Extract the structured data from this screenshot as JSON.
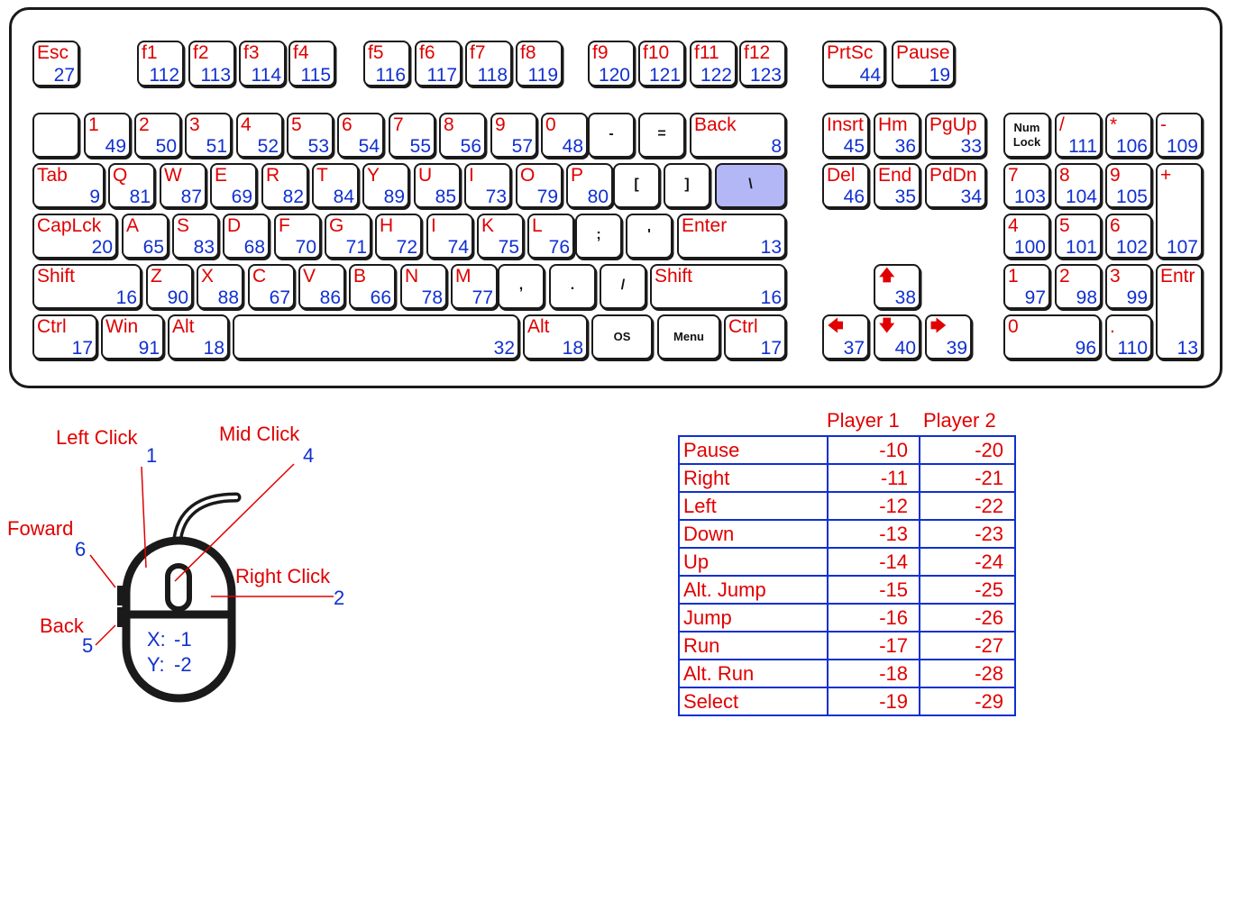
{
  "keyboard": {
    "rows": [
      [
        {
          "id": "esc",
          "l": "Esc",
          "c": "27"
        },
        {
          "id": "f1",
          "l": "f1",
          "c": "112"
        },
        {
          "id": "f2",
          "l": "f2",
          "c": "113"
        },
        {
          "id": "f3",
          "l": "f3",
          "c": "114"
        },
        {
          "id": "f4",
          "l": "f4",
          "c": "115"
        },
        {
          "id": "f5",
          "l": "f5",
          "c": "116"
        },
        {
          "id": "f6",
          "l": "f6",
          "c": "117"
        },
        {
          "id": "f7",
          "l": "f7",
          "c": "118"
        },
        {
          "id": "f8",
          "l": "f8",
          "c": "119"
        },
        {
          "id": "f9",
          "l": "f9",
          "c": "120"
        },
        {
          "id": "f10",
          "l": "f10",
          "c": "121"
        },
        {
          "id": "f11",
          "l": "f11",
          "c": "122"
        },
        {
          "id": "f12",
          "l": "f12",
          "c": "123"
        },
        {
          "id": "prtsc",
          "l": "PrtSc",
          "c": "44"
        },
        {
          "id": "pause",
          "l": "Pause",
          "c": "19"
        }
      ],
      [
        {
          "id": "backtick",
          "l": "",
          "c": ""
        },
        {
          "id": "d1",
          "l": "1",
          "c": "49"
        },
        {
          "id": "d2",
          "l": "2",
          "c": "50"
        },
        {
          "id": "d3",
          "l": "3",
          "c": "51"
        },
        {
          "id": "d4",
          "l": "4",
          "c": "52"
        },
        {
          "id": "d5",
          "l": "5",
          "c": "53"
        },
        {
          "id": "d6",
          "l": "6",
          "c": "54"
        },
        {
          "id": "d7",
          "l": "7",
          "c": "55"
        },
        {
          "id": "d8",
          "l": "8",
          "c": "56"
        },
        {
          "id": "d9",
          "l": "9",
          "c": "57"
        },
        {
          "id": "d0",
          "l": "0",
          "c": "48"
        },
        {
          "id": "minus",
          "s": "-"
        },
        {
          "id": "equals",
          "s": "="
        },
        {
          "id": "back",
          "l": "Back",
          "c": "8"
        },
        {
          "id": "insrt",
          "l": "Insrt",
          "c": "45"
        },
        {
          "id": "hm",
          "l": "Hm",
          "c": "36"
        },
        {
          "id": "pgup",
          "l": "PgUp",
          "c": "33"
        },
        {
          "id": "numlock",
          "t": [
            "Num",
            "Lock"
          ]
        },
        {
          "id": "npdiv",
          "l": "/",
          "c": "111"
        },
        {
          "id": "npmul",
          "l": "*",
          "c": "106"
        },
        {
          "id": "npsub",
          "l": "-",
          "c": "109"
        }
      ],
      [
        {
          "id": "tab",
          "l": "Tab",
          "c": "9"
        },
        {
          "id": "q",
          "l": "Q",
          "c": "81"
        },
        {
          "id": "w",
          "l": "W",
          "c": "87"
        },
        {
          "id": "e",
          "l": "E",
          "c": "69"
        },
        {
          "id": "r",
          "l": "R",
          "c": "82"
        },
        {
          "id": "t",
          "l": "T",
          "c": "84"
        },
        {
          "id": "y",
          "l": "Y",
          "c": "89"
        },
        {
          "id": "u",
          "l": "U",
          "c": "85"
        },
        {
          "id": "i",
          "l": "I",
          "c": "73"
        },
        {
          "id": "o",
          "l": "O",
          "c": "79"
        },
        {
          "id": "p",
          "l": "P",
          "c": "80"
        },
        {
          "id": "lbracket",
          "s": "["
        },
        {
          "id": "rbracket",
          "s": "]"
        },
        {
          "id": "backslash",
          "s": "\\"
        },
        {
          "id": "del",
          "l": "Del",
          "c": "46"
        },
        {
          "id": "end",
          "l": "End",
          "c": "35"
        },
        {
          "id": "pddn",
          "l": "PdDn",
          "c": "34"
        },
        {
          "id": "np7",
          "l": "7",
          "c": "103"
        },
        {
          "id": "np8",
          "l": "8",
          "c": "104"
        },
        {
          "id": "np9",
          "l": "9",
          "c": "105"
        },
        {
          "id": "npadd",
          "l": "+",
          "c": "107"
        }
      ],
      [
        {
          "id": "caplck",
          "l": "CapLck",
          "c": "20"
        },
        {
          "id": "a",
          "l": "A",
          "c": "65"
        },
        {
          "id": "s",
          "l": "S",
          "c": "83"
        },
        {
          "id": "d",
          "l": "D",
          "c": "68"
        },
        {
          "id": "f",
          "l": "F",
          "c": "70"
        },
        {
          "id": "g",
          "l": "G",
          "c": "71"
        },
        {
          "id": "h",
          "l": "H",
          "c": "72"
        },
        {
          "id": "j",
          "l": "I",
          "c": "74"
        },
        {
          "id": "k",
          "l": "K",
          "c": "75"
        },
        {
          "id": "l",
          "l": "L",
          "c": "76"
        },
        {
          "id": "semicolon",
          "s": ";"
        },
        {
          "id": "quote",
          "s": "'"
        },
        {
          "id": "enter",
          "l": "Enter",
          "c": "13"
        },
        {
          "id": "np4",
          "l": "4",
          "c": "100"
        },
        {
          "id": "np5",
          "l": "5",
          "c": "101"
        },
        {
          "id": "np6",
          "l": "6",
          "c": "102"
        }
      ],
      [
        {
          "id": "lshift",
          "l": "Shift",
          "c": "16"
        },
        {
          "id": "z",
          "l": "Z",
          "c": "90"
        },
        {
          "id": "x",
          "l": "X",
          "c": "88"
        },
        {
          "id": "c",
          "l": "C",
          "c": "67"
        },
        {
          "id": "v",
          "l": "V",
          "c": "86"
        },
        {
          "id": "b",
          "l": "B",
          "c": "66"
        },
        {
          "id": "n",
          "l": "N",
          "c": "78"
        },
        {
          "id": "m",
          "l": "M",
          "c": "77"
        },
        {
          "id": "comma",
          "s": ","
        },
        {
          "id": "period",
          "s": "."
        },
        {
          "id": "slash",
          "s": "/"
        },
        {
          "id": "rshift",
          "l": "Shift",
          "c": "16"
        },
        {
          "id": "up",
          "a": "🡅",
          "c": "38"
        },
        {
          "id": "np1",
          "l": "1",
          "c": "97"
        },
        {
          "id": "np2",
          "l": "2",
          "c": "98"
        },
        {
          "id": "np3",
          "l": "3",
          "c": "99"
        },
        {
          "id": "npenter",
          "l": "Entr",
          "c": "13"
        }
      ],
      [
        {
          "id": "lctrl",
          "l": "Ctrl",
          "c": "17"
        },
        {
          "id": "win",
          "l": "Win",
          "c": "91"
        },
        {
          "id": "lalt",
          "l": "Alt",
          "c": "18"
        },
        {
          "id": "space",
          "l": "",
          "c": "32"
        },
        {
          "id": "ralt",
          "l": "Alt",
          "c": "18"
        },
        {
          "id": "os",
          "t": [
            "OS"
          ]
        },
        {
          "id": "menu",
          "t": [
            "Menu"
          ]
        },
        {
          "id": "rctrl",
          "l": "Ctrl",
          "c": "17"
        },
        {
          "id": "left",
          "a": "🡄",
          "c": "37"
        },
        {
          "id": "down",
          "a": "🡇",
          "c": "40"
        },
        {
          "id": "right",
          "a": "🡆",
          "c": "39"
        },
        {
          "id": "np0",
          "l": "0",
          "c": "96"
        },
        {
          "id": "npdot",
          "l": ".",
          "c": "110"
        }
      ]
    ],
    "highlight": "backslash",
    "highlight_color": "#b3b7f5"
  },
  "mouse": {
    "left_click": {
      "label": "Left Click",
      "code": "1"
    },
    "mid_click": {
      "label": "Mid Click",
      "code": "4"
    },
    "right_click": {
      "label": "Right Click",
      "code": "2"
    },
    "forward": {
      "label": "Foward",
      "code": "6"
    },
    "back": {
      "label": "Back",
      "code": "5"
    },
    "x_axis": {
      "label": "X:",
      "code": "-1"
    },
    "y_axis": {
      "label": "Y:",
      "code": "-2"
    }
  },
  "table": {
    "headers": [
      "Player 1",
      "Player 2"
    ],
    "rows": [
      {
        "action": "Pause",
        "p1": "-10",
        "p2": "-20"
      },
      {
        "action": "Right",
        "p1": "-11",
        "p2": "-21"
      },
      {
        "action": "Left",
        "p1": "-12",
        "p2": "-22"
      },
      {
        "action": "Down",
        "p1": "-13",
        "p2": "-23"
      },
      {
        "action": "Up",
        "p1": "-14",
        "p2": "-24"
      },
      {
        "action": "Alt. Jump",
        "p1": "-15",
        "p2": "-25"
      },
      {
        "action": "Jump",
        "p1": "-16",
        "p2": "-26"
      },
      {
        "action": "Run",
        "p1": "-17",
        "p2": "-27"
      },
      {
        "action": "Alt. Run",
        "p1": "-18",
        "p2": "-28"
      },
      {
        "action": "Select",
        "p1": "-19",
        "p2": "-29"
      }
    ]
  },
  "colors": {
    "label_red": "#e00000",
    "code_blue": "#1030d0",
    "outline": "#1a1a1a"
  }
}
